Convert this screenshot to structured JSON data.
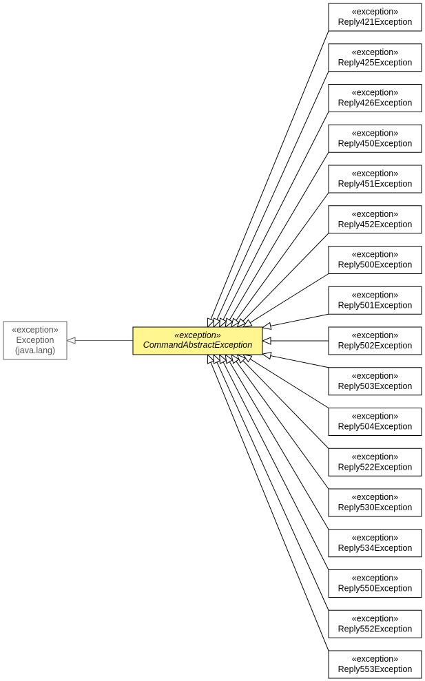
{
  "superclass": {
    "stereotype": "«exception»",
    "name": "Exception",
    "package": "(java.lang)"
  },
  "main_class": {
    "stereotype": "«exception»",
    "name": "CommandAbstractException",
    "fill_color": "#fff68f"
  },
  "subclasses": [
    {
      "stereotype": "«exception»",
      "name": "Reply421Exception"
    },
    {
      "stereotype": "«exception»",
      "name": "Reply425Exception"
    },
    {
      "stereotype": "«exception»",
      "name": "Reply426Exception"
    },
    {
      "stereotype": "«exception»",
      "name": "Reply450Exception"
    },
    {
      "stereotype": "«exception»",
      "name": "Reply451Exception"
    },
    {
      "stereotype": "«exception»",
      "name": "Reply452Exception"
    },
    {
      "stereotype": "«exception»",
      "name": "Reply500Exception"
    },
    {
      "stereotype": "«exception»",
      "name": "Reply501Exception"
    },
    {
      "stereotype": "«exception»",
      "name": "Reply502Exception"
    },
    {
      "stereotype": "«exception»",
      "name": "Reply503Exception"
    },
    {
      "stereotype": "«exception»",
      "name": "Reply504Exception"
    },
    {
      "stereotype": "«exception»",
      "name": "Reply522Exception"
    },
    {
      "stereotype": "«exception»",
      "name": "Reply530Exception"
    },
    {
      "stereotype": "«exception»",
      "name": "Reply534Exception"
    },
    {
      "stereotype": "«exception»",
      "name": "Reply550Exception"
    },
    {
      "stereotype": "«exception»",
      "name": "Reply552Exception"
    },
    {
      "stereotype": "«exception»",
      "name": "Reply553Exception"
    }
  ]
}
